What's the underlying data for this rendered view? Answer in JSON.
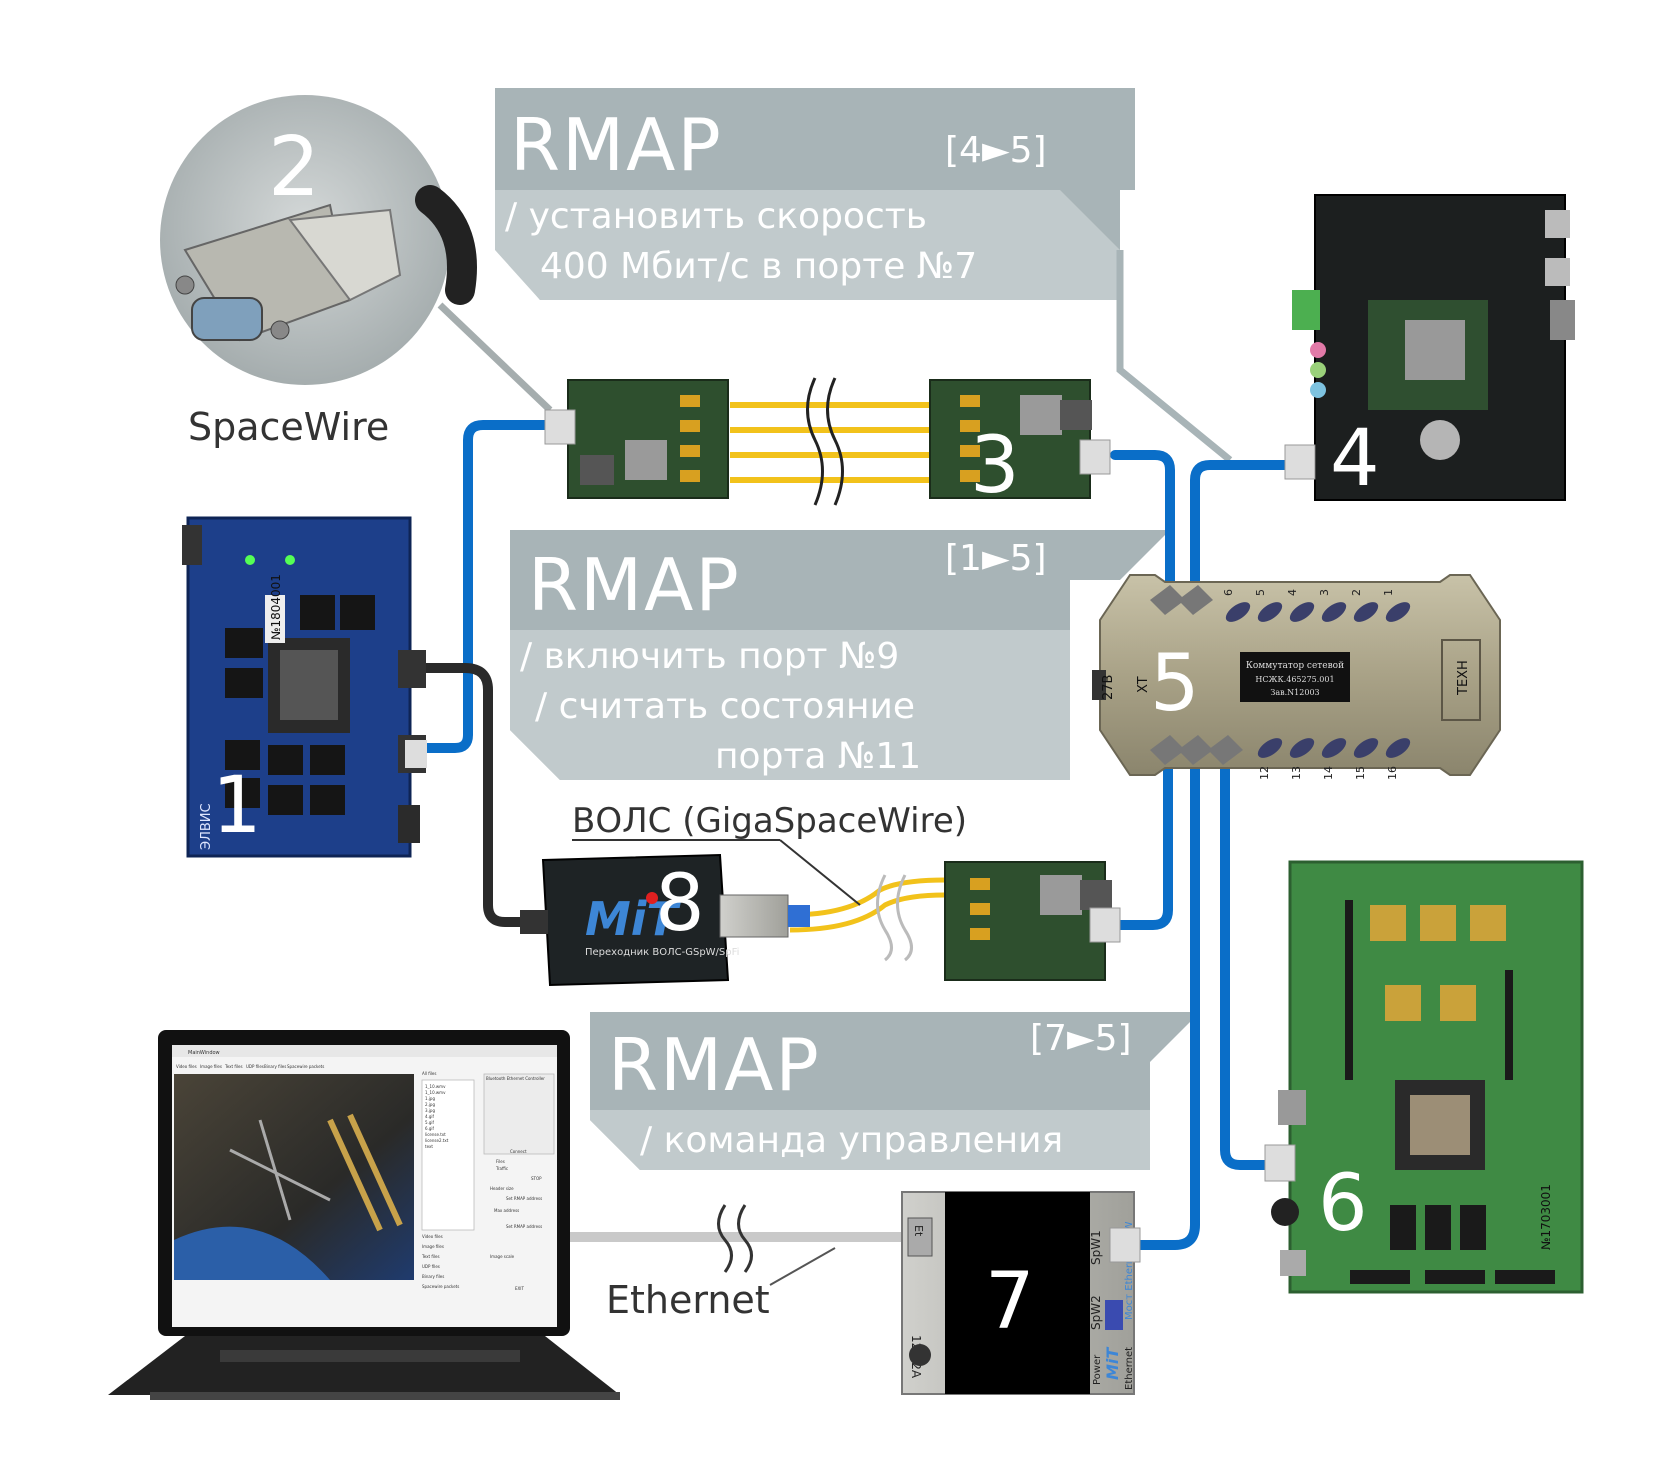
{
  "labels": {
    "spacewire": "SpaceWire",
    "fiber": "ВОЛС (GigaSpaceWire)",
    "ethernet": "Ethernet"
  },
  "device_numbers": {
    "d1": "1",
    "d2": "2",
    "d3": "3",
    "d4": "4",
    "d5": "5",
    "d6": "6",
    "d7": "7",
    "d8": "8"
  },
  "callouts": {
    "top": {
      "title": "RMAP",
      "route": "[4►5]",
      "line1": "/ установить скорость",
      "line2": "400 Мбит/с в порте №7"
    },
    "middle": {
      "title": "RMAP",
      "route": "[1►5]",
      "line1": "/ включить порт №9",
      "line2": "/ считать состояние",
      "line3": "порта №11"
    },
    "bottom": {
      "title": "RMAP",
      "route": "[7►5]",
      "line1": "/ команда управления"
    }
  },
  "device_text": {
    "board1_id": "№1804001",
    "board1_brand": "ЭЛВИС",
    "mit_logo": "MiT",
    "adapter8_caption": "Переходник ВОЛС-GSpW/SpFi",
    "switch_plate_line1": "Коммутатор сетевой",
    "switch_plate_line2": "НСЖК.465275.001",
    "switch_plate_line3": "Зав.N12003",
    "switch_xt": "XT",
    "switch_27v": "27В",
    "switch_tech": "ТЕХН",
    "switch_ports_top": [
      "6",
      "5",
      "4",
      "3",
      "2",
      "1"
    ],
    "switch_ports_bottom": [
      "12",
      "13",
      "14",
      "15",
      "16"
    ],
    "bridge7_spw1": "SpW1",
    "bridge7_spw2": "SpW2",
    "bridge7_power": "12V 2A",
    "bridge7_power_led": "Power",
    "bridge7_eth": "Ethernet",
    "bridge7_title": "Мост Ethernet-SpW",
    "bridge7_et": "Et",
    "board6_id": "№1703001",
    "laptop_window_title": "MainWindow",
    "laptop_tabs": [
      "Video files",
      "Image files",
      "Text files",
      "UDP files",
      "Binary files",
      "Spacewire packets"
    ],
    "laptop_list_header": "All files",
    "laptop_files": [
      "1_10.wmv",
      "1_10.wmv",
      "1.jpg",
      "2.jpg",
      "3.jpg",
      "4.gif",
      "5.gif",
      "6.gif",
      "license.txt",
      "license2.txt",
      "text"
    ],
    "laptop_panel_title": "Bluetooth Ethernet Controller",
    "laptop_buttons": [
      "Connect",
      "STOP",
      "Set RMAP address",
      "Set RMAP address"
    ],
    "laptop_options": [
      "Files",
      "Traffic",
      "Header size",
      "Max address"
    ],
    "laptop_side_labels": [
      "Video files",
      "Image files",
      "Text files",
      "UDP files",
      "Binary files",
      "Spacewire packets"
    ],
    "laptop_image_scale": "Image scale",
    "laptop_exit": "EXIT"
  },
  "colors": {
    "spacewire_cable": "#0a6ec8",
    "callout_bg": "#a8b4b7",
    "pcb_green": "#3f8a44",
    "pcb_blue": "#1d3f8a",
    "pcb_black": "#1c1f1f",
    "fiber_yellow": "#f2c21b",
    "ethernet_cable": "#c9c9c9",
    "accent_red": "#e02020"
  }
}
